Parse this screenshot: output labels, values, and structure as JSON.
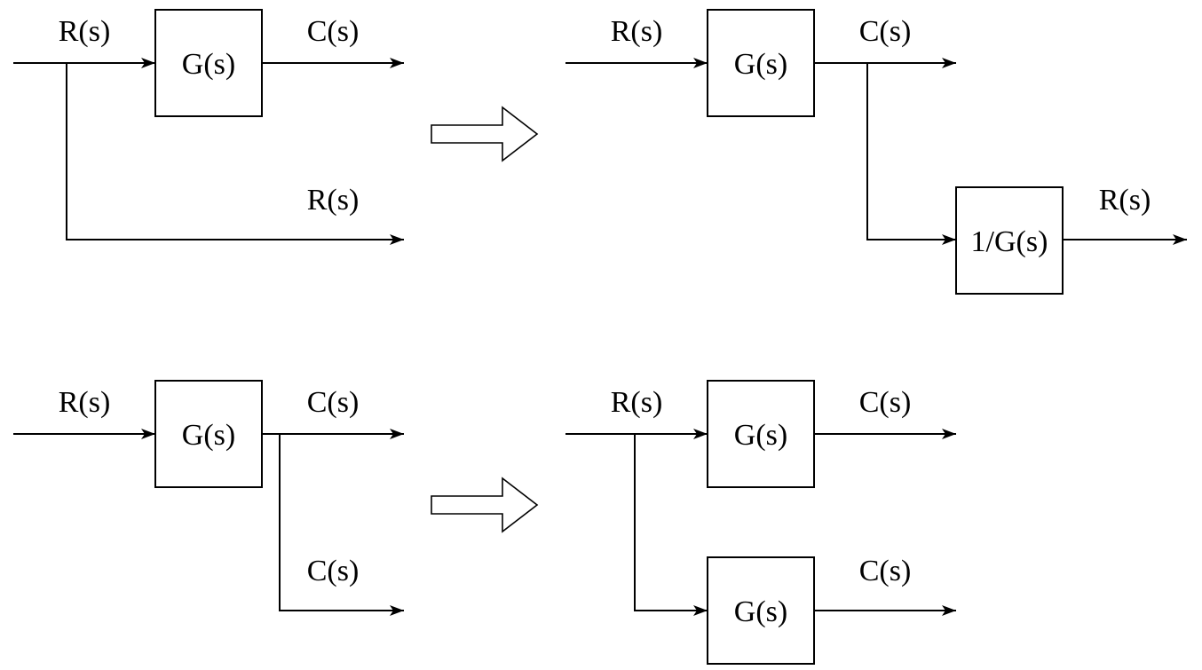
{
  "colors": {
    "line": "#000000",
    "background": "#ffffff"
  },
  "top_rule": {
    "before": {
      "input": "R(s)",
      "block": "G(s)",
      "output": "C(s)",
      "branch": "R(s)"
    },
    "after": {
      "input": "R(s)",
      "block": "G(s)",
      "output": "C(s)",
      "inverse_block": "1/G(s)",
      "branch": "R(s)"
    }
  },
  "bottom_rule": {
    "before": {
      "input": "R(s)",
      "block": "G(s)",
      "output": "C(s)",
      "branch": "C(s)"
    },
    "after": {
      "input": "R(s)",
      "block_top": "G(s)",
      "output_top": "C(s)",
      "block_bottom": "G(s)",
      "output_bottom": "C(s)"
    }
  },
  "transform_arrow_icon": "hollow-right-arrow"
}
